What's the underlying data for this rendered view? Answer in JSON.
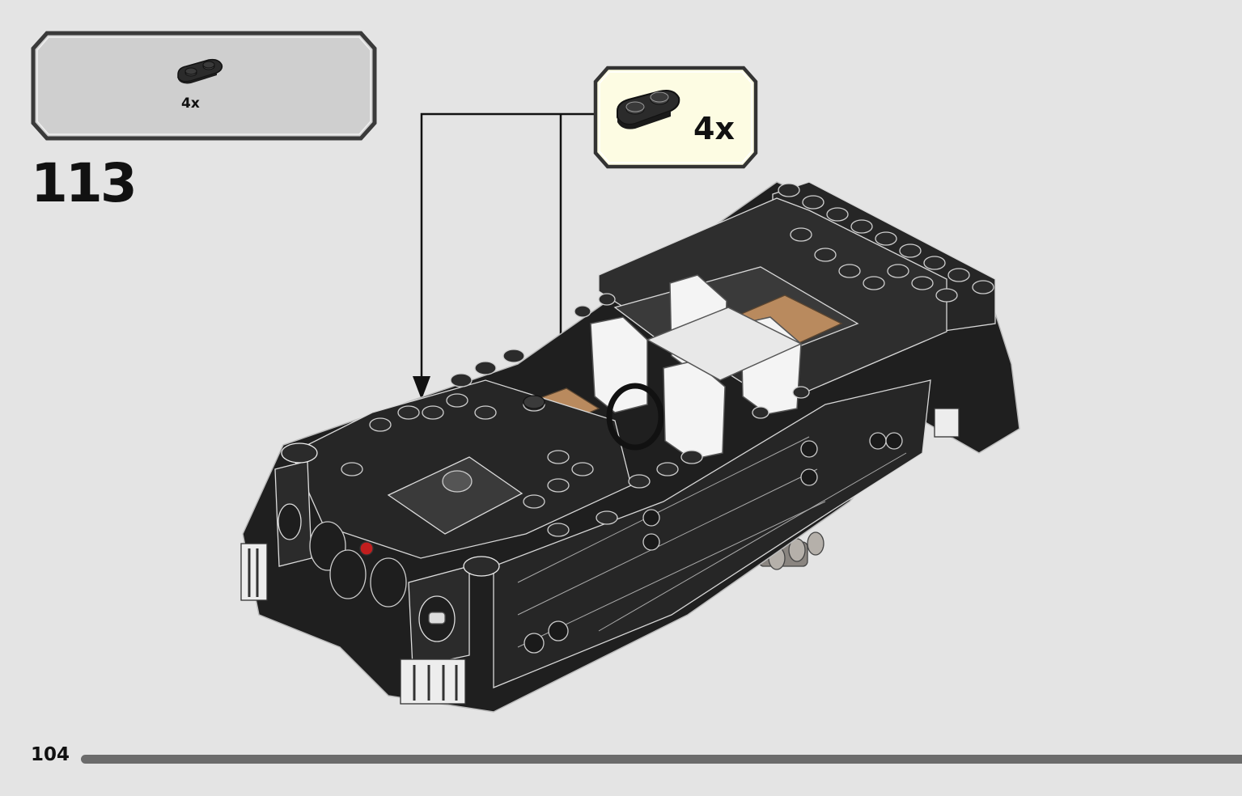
{
  "parts_list": {
    "items": [
      {
        "part": "plate-1x2-rounded-ends-black-icon",
        "quantity": "4x"
      }
    ]
  },
  "step": {
    "number": "113"
  },
  "callout": {
    "part": "plate-1x2-rounded-ends-black-icon",
    "quantity": "4x",
    "targets": 2
  },
  "model": {
    "name": "car-chassis-black-icon"
  },
  "footer": {
    "page_number": "104",
    "progress": 1.0
  },
  "colors": {
    "background": "#e4e4e4",
    "parts_box": "#cfcfcf",
    "callout_box": "#fdfce3",
    "brick_black": "#2b2b2b",
    "brick_tan": "#b98a5e",
    "brick_white": "#f4f4f4",
    "progress_bar": "#6b6b6b"
  }
}
